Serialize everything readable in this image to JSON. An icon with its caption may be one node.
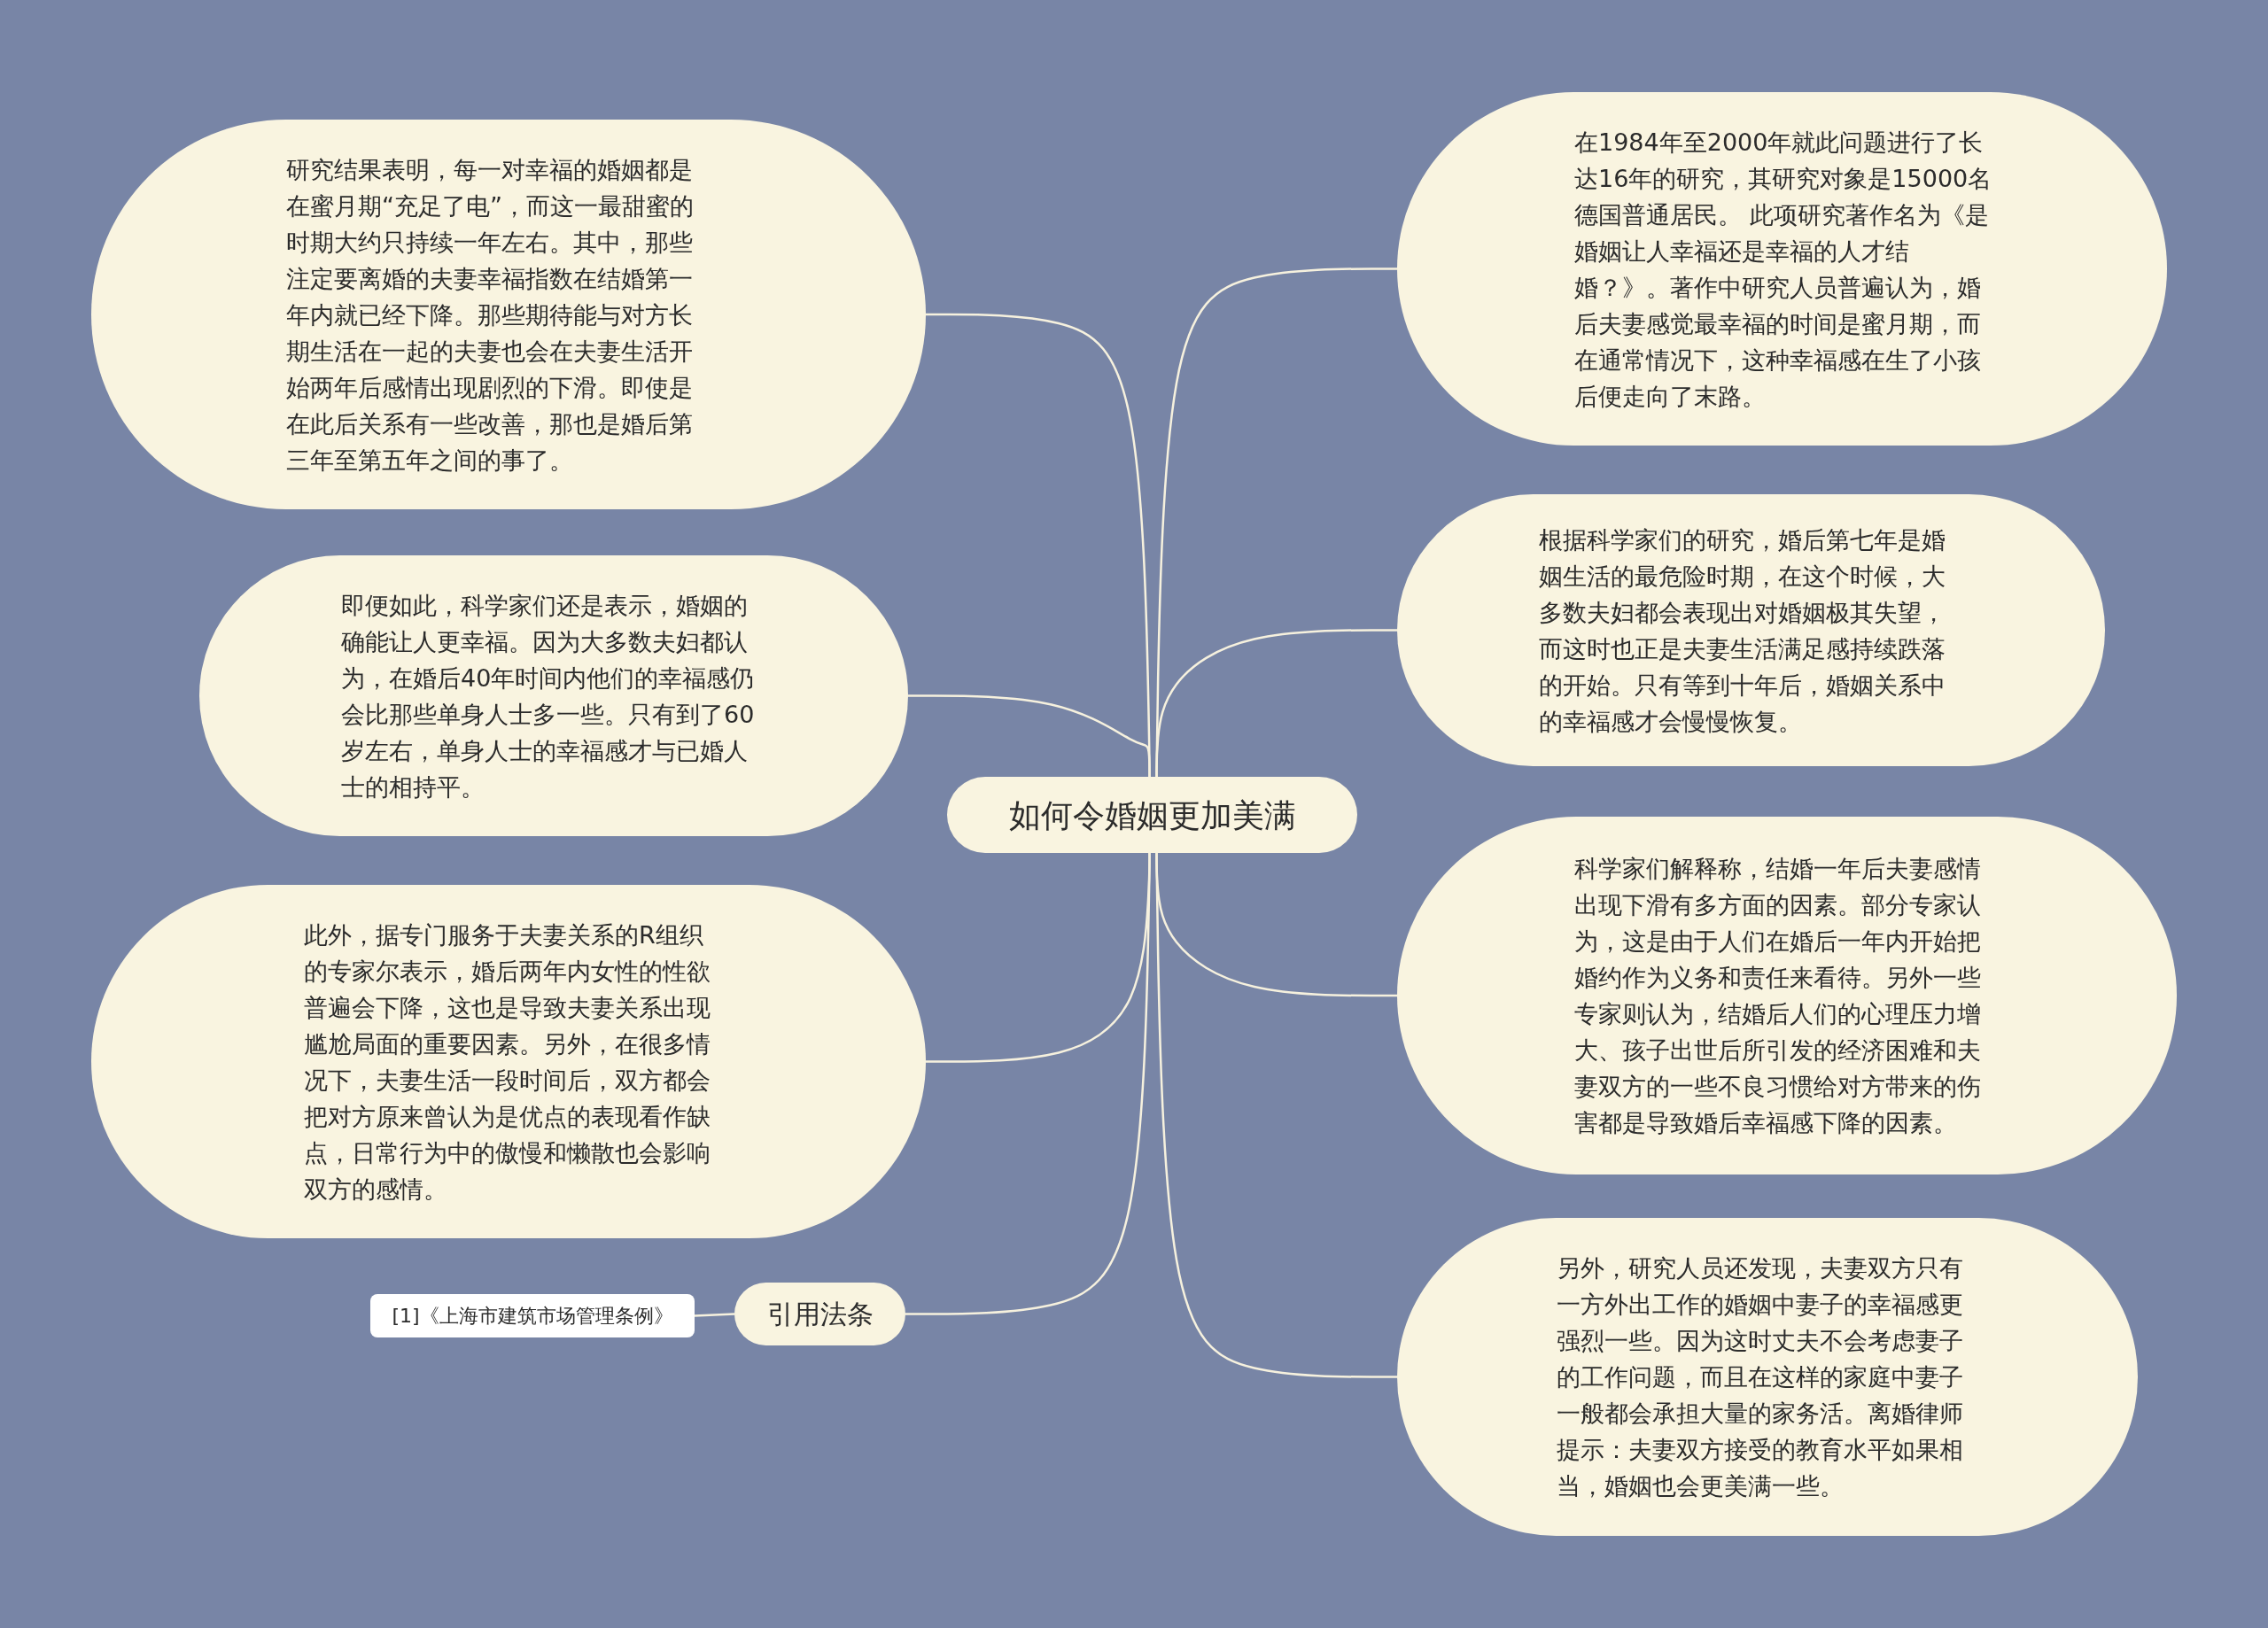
{
  "diagram": {
    "nodes": [
      {
        "text": [
          "如何令婚姻更加美满"
        ]
      },
      {
        "text": [
          "研究结果表明，每一对幸福的婚姻都是在蜜月期“充足了电”，而这一最甜蜜的时期大约只持续一年左右。其中，那些注定要离婚的夫妻幸福指数在结婚第一年内就已经下降。那些期待能与对方长期生活在一起的夫妻也会在夫妻生活开始两年后感情出现剧烈的下滑。即使是在此后关系有一些改善，那也是婚后第三年至第五年之间的事了。"
        ]
      },
      {
        "text": [
          "即便如此，科学家们还是表示，婚姻的确能让人更幸福。因为大多数夫妇都认为，在婚后40年时间内他们的幸福感仍会比那些单身人士多一些。只有到了60岁左右，单身人士的幸福感才与已婚人士的相持平。"
        ]
      },
      {
        "text": [
          "此外，据专门服务于夫妻关系的R组织的专家尔表示，婚后两年内女性的性欲普遍会下降，这也是导致夫妻关系出现尴尬局面的重要因素。另外，在很多情况下，夫妻生活一段时间后，双方都会把对方原来曾认为是优点的表现看作缺点，日常行为中的傲慢和懒散也会影响双方的感情。"
        ]
      },
      {
        "text": [
          "引用法条"
        ]
      },
      {
        "text": [
          "[1]《上海市建筑市场管理条例》"
        ]
      },
      {
        "text": [
          "在1984年至2000年就此问题进行了长达16年的研究，其研究对象是15000名德国普通居民。 此项研究著作名为《是婚姻让人幸福还是幸福的人才结婚？》。著作中研究人员普遍认为，婚后夫妻感觉最幸福的时间是蜜月期，而在通常情况下，这种幸福感在生了小孩后便走向了末路。"
        ]
      },
      {
        "text": [
          "根据科学家们的研究，婚后第七年是婚姻生活的最危险时期，在这个时候，大多数夫妇都会表现出对婚姻极其失望，而这时也正是夫妻生活满足感持续跌落的开始。只有等到十年后，婚姻关系中的幸福感才会慢慢恢复。"
        ]
      },
      {
        "text": [
          "科学家们解释称，结婚一年后夫妻感情出现下滑有多方面的因素。部分专家认为，这是由于人们在婚后一年内开始把婚约作为义务和责任来看待。另外一些专家则认为，结婚后人们的心理压力增大、孩子出世后所引发的经济困难和夫妻双方的一些不良习惯给对方带来的伤害都是导致婚后幸福感下降的因素。"
        ]
      },
      {
        "text": [
          "另外，研究人员还发现，夫妻双方只有一方外出工作的婚姻中妻子的幸福感更强烈一些。因为这时丈夫不会考虑妻子的工作问题，而且在这样的家庭中妻子一般都会承担大量的家务活。离婚律师提示：夫妻双方接受的教育水平如果相当，婚姻也会更美满一些。"
        ]
      }
    ],
    "edges": [
      {
        "from": 0,
        "to": 1,
        "arrow": "none"
      },
      {
        "from": 0,
        "to": 2,
        "arrow": "none"
      },
      {
        "from": 0,
        "to": 3,
        "arrow": "none"
      },
      {
        "from": 0,
        "to": 4,
        "arrow": "none"
      },
      {
        "from": 4,
        "to": 5,
        "arrow": "none"
      },
      {
        "from": 0,
        "to": 6,
        "arrow": "none"
      },
      {
        "from": 0,
        "to": 7,
        "arrow": "none"
      },
      {
        "from": 0,
        "to": 8,
        "arrow": "none"
      },
      {
        "from": 0,
        "to": 9,
        "arrow": "none"
      }
    ]
  }
}
